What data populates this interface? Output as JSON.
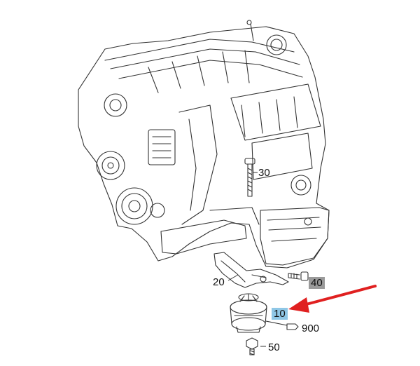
{
  "diagram": {
    "callouts": {
      "c30": "30",
      "c20": "20",
      "c40": "40",
      "c10": "10",
      "c900": "900",
      "c50": "50"
    },
    "highlight_colors": {
      "selected": "#8fc7e6",
      "secondary": "#9a9a9a",
      "pointer_arrow": "#e02020"
    }
  }
}
